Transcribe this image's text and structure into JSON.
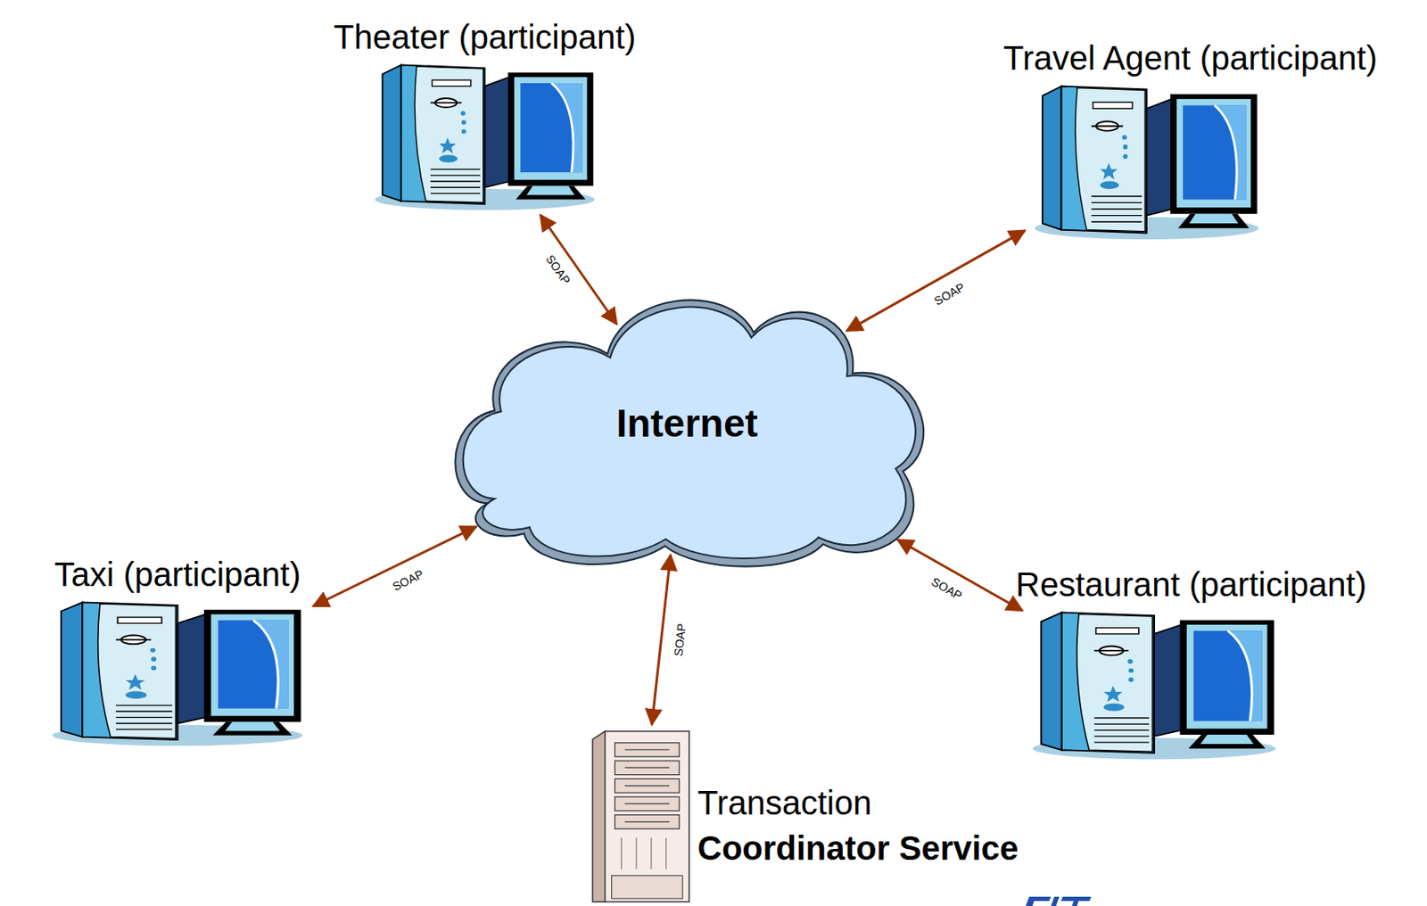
{
  "diagram": {
    "nodes": [
      {
        "text": [
          "Theater (participant)"
        ]
      },
      {
        "text": [
          "Travel Agent (participant)"
        ]
      },
      {
        "text": [
          "Internet"
        ]
      },
      {
        "text": [
          "Taxi (participant)"
        ]
      },
      {
        "text": [
          "Restaurant (participant)"
        ]
      },
      {
        "text": [
          "Transaction",
          "Coordinator Service"
        ]
      }
    ],
    "edges": [
      {
        "from": 0,
        "to": 2,
        "arrow": "both",
        "label": "SOAP"
      },
      {
        "from": 1,
        "to": 2,
        "arrow": "both",
        "label": "SOAP"
      },
      {
        "from": 3,
        "to": 2,
        "arrow": "both",
        "label": "SOAP"
      },
      {
        "from": 4,
        "to": 2,
        "arrow": "both",
        "label": "SOAP"
      },
      {
        "from": 5,
        "to": 2,
        "arrow": "both",
        "label": "SOAP"
      }
    ]
  }
}
